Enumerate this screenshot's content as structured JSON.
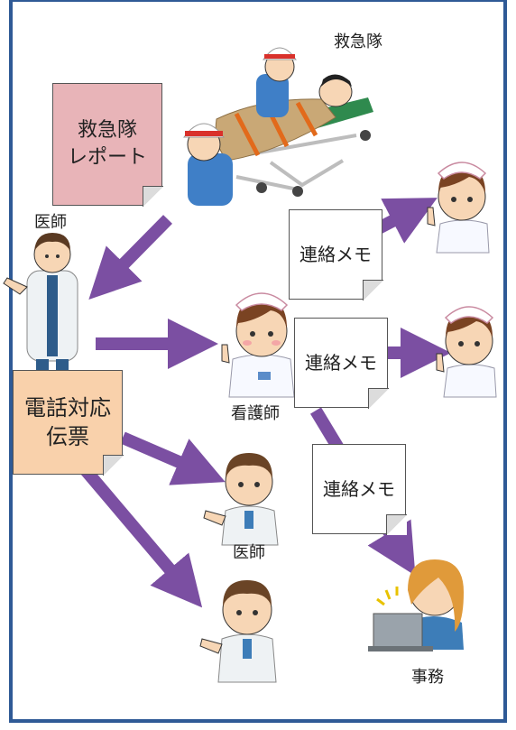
{
  "labels": {
    "ems_team": "救急隊",
    "doctor_main": "医師",
    "nurse": "看護師",
    "doctor_sub": "医師",
    "office": "事務"
  },
  "notes": {
    "ems_report_line1": "救急隊",
    "ems_report_line2": "レポート",
    "phone_slip_line1": "電話対応",
    "phone_slip_line2": "伝票",
    "memo_1": "連絡メモ",
    "memo_2": "連絡メモ",
    "memo_3": "連絡メモ"
  },
  "colors": {
    "arrow": "#7b4fa2",
    "frame": "#2f5a96",
    "ems_report_bg": "#e8b4b8",
    "phone_slip_bg": "#f9d1ab",
    "nurse_uniform": "#f7f9ff",
    "doctor_coat": "#eef2f4",
    "ems_uniform": "#3f7fc7"
  }
}
